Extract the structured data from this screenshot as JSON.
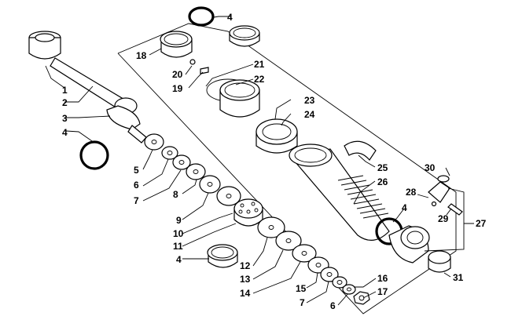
{
  "callouts": [
    "1",
    "2",
    "3",
    "4",
    "4",
    "4",
    "4",
    "5",
    "6",
    "6",
    "7",
    "7",
    "8",
    "9",
    "10",
    "11",
    "12",
    "13",
    "14",
    "15",
    "16",
    "17",
    "18",
    "19",
    "20",
    "21",
    "22",
    "23",
    "24",
    "25",
    "26",
    "27",
    "28",
    "29",
    "30",
    "31"
  ]
}
